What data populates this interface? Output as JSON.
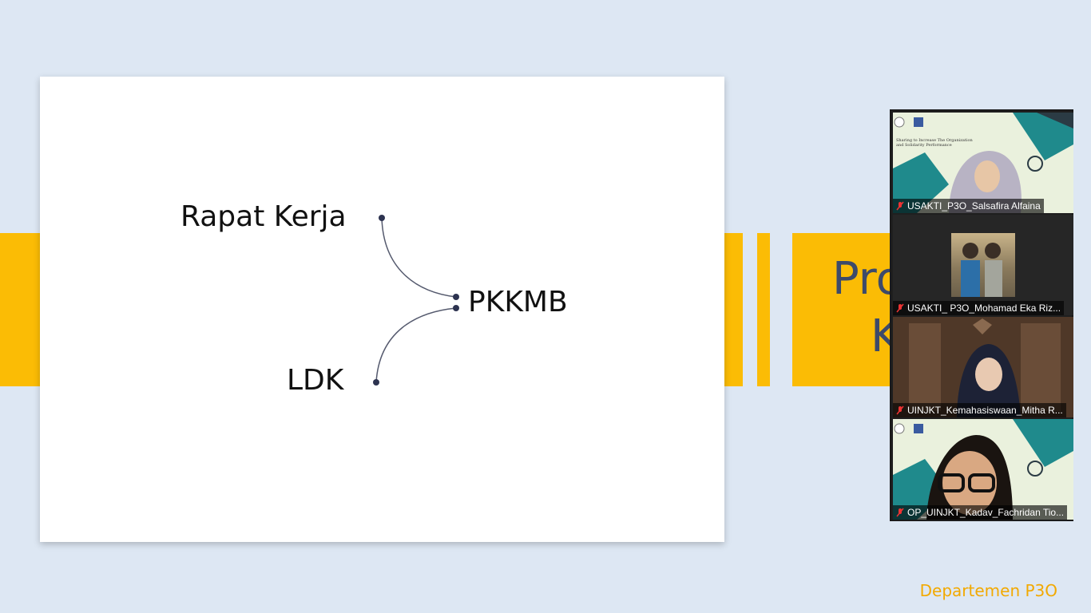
{
  "slide": {
    "nodes": {
      "rapat_kerja": "Rapat Kerja",
      "ldk": "LDK",
      "pkkmb": "PKKMB"
    },
    "background_title": {
      "line1": "Pro",
      "line2": "K"
    }
  },
  "participants": [
    {
      "name": "USAKTI_P3O_Salsafira Alfaina",
      "mic": "muted"
    },
    {
      "name": "USAKTI_ P3O_Mohamad Eka Riz...",
      "mic": "muted"
    },
    {
      "name": "UINJKT_Kemahasiswaan_Mitha R...",
      "mic": "muted"
    },
    {
      "name": "OP_UINJKT_Kadav_Fachridan Tio...",
      "mic": "muted"
    }
  ],
  "virtual_background": {
    "caption_line1": "Sharing to Increase The Organization",
    "caption_line2": "and Solidarity Performance"
  },
  "footer": {
    "department": "Departemen P3O"
  },
  "colors": {
    "accent_yellow": "#fbbc05",
    "background": "#dde7f3",
    "footer_text": "#f2a900"
  }
}
